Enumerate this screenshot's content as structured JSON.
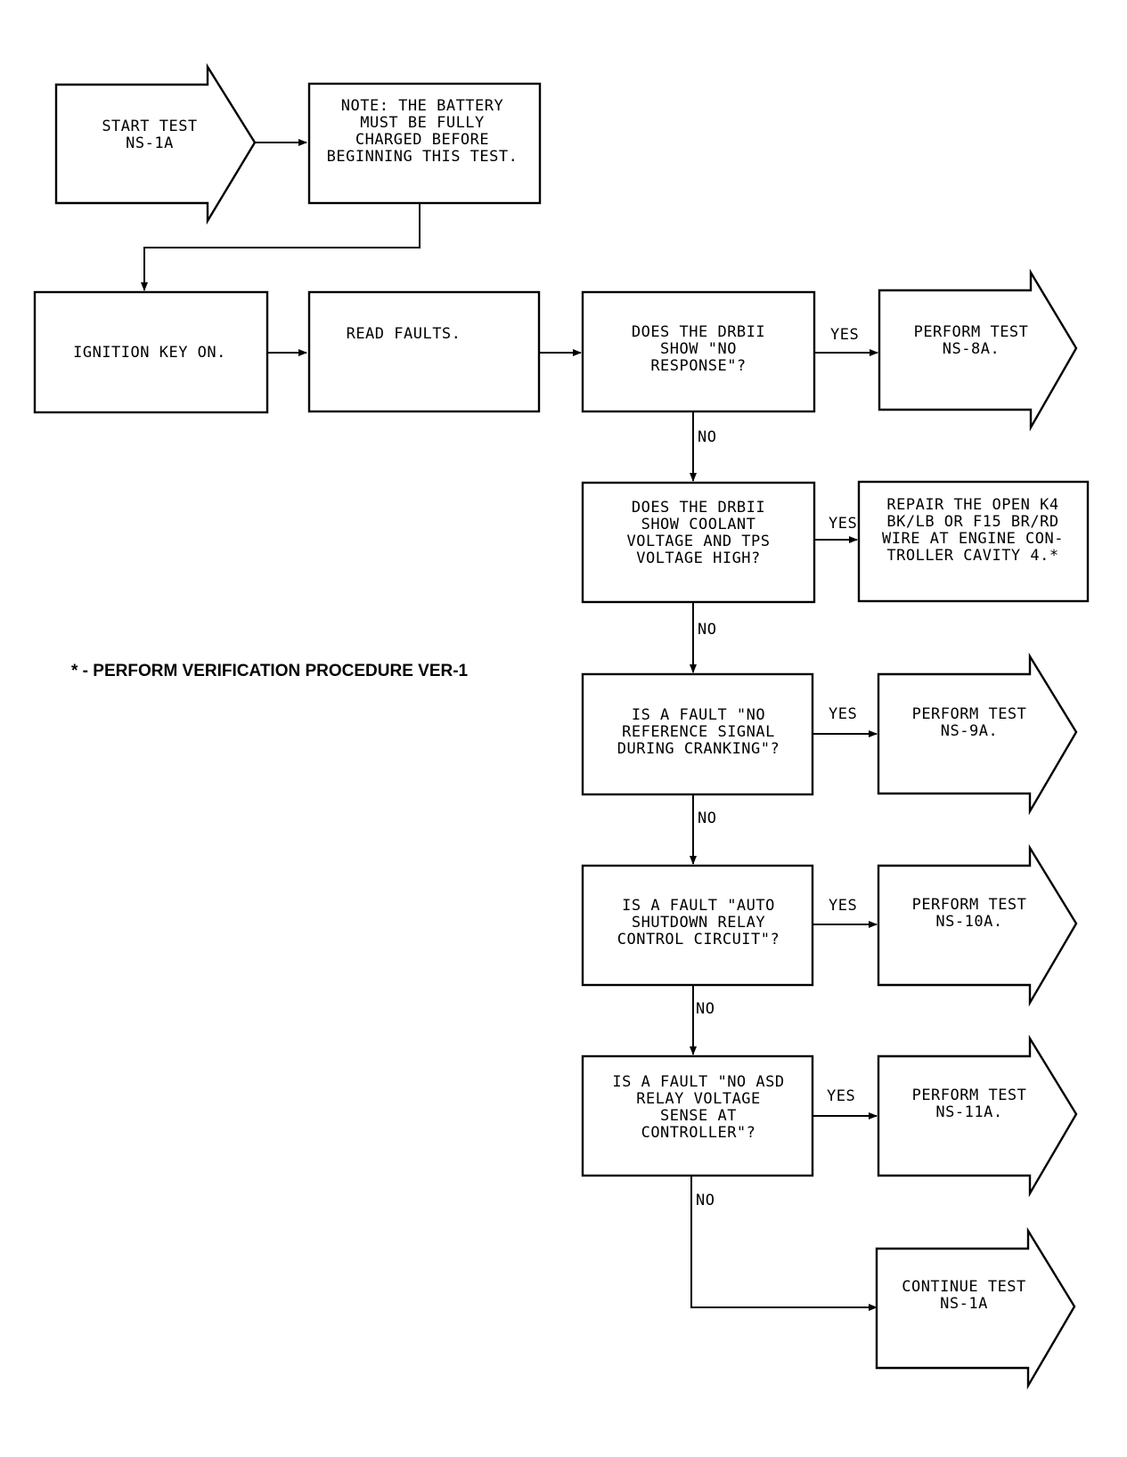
{
  "diagram": {
    "nodes": {
      "start": {
        "lines": [
          "START TEST",
          "NS-1A"
        ]
      },
      "note": {
        "lines": [
          "NOTE: THE BATTERY",
          "MUST BE FULLY",
          "CHARGED BEFORE",
          "BEGINNING THIS TEST."
        ]
      },
      "ignition": {
        "lines": [
          "IGNITION KEY ON."
        ]
      },
      "read_faults": {
        "lines": [
          "READ FAULTS."
        ]
      },
      "q1": {
        "lines": [
          "DOES THE DRBII",
          "SHOW \"NO",
          "RESPONSE\"?"
        ]
      },
      "r1": {
        "lines": [
          "PERFORM TEST",
          "NS-8A."
        ]
      },
      "q2": {
        "lines": [
          "DOES THE DRBII",
          "SHOW COOLANT",
          "VOLTAGE AND TPS",
          "VOLTAGE HIGH?"
        ]
      },
      "r2": {
        "lines": [
          "REPAIR THE OPEN K4",
          "BK/LB OR F15 BR/RD",
          "WIRE AT ENGINE CON-",
          "TROLLER CAVITY 4.*"
        ]
      },
      "q3": {
        "lines": [
          "IS A FAULT \"NO",
          "REFERENCE SIGNAL",
          "DURING CRANKING\"?"
        ]
      },
      "r3": {
        "lines": [
          "PERFORM TEST",
          "NS-9A."
        ]
      },
      "q4": {
        "lines": [
          "IS A FAULT \"AUTO",
          "SHUTDOWN RELAY",
          "CONTROL CIRCUIT\"?"
        ]
      },
      "r4": {
        "lines": [
          "PERFORM TEST",
          "NS-10A."
        ]
      },
      "q5": {
        "lines": [
          "IS A FAULT \"NO ASD",
          "RELAY VOLTAGE",
          "SENSE AT",
          "CONTROLLER\"?"
        ]
      },
      "r5": {
        "lines": [
          "PERFORM TEST",
          "NS-11A."
        ]
      },
      "end": {
        "lines": [
          "CONTINUE TEST",
          "NS-1A"
        ]
      }
    },
    "yes_label": "YES",
    "no_label": "NO",
    "footnote": "* - PERFORM VERIFICATION PROCEDURE VER-1"
  }
}
